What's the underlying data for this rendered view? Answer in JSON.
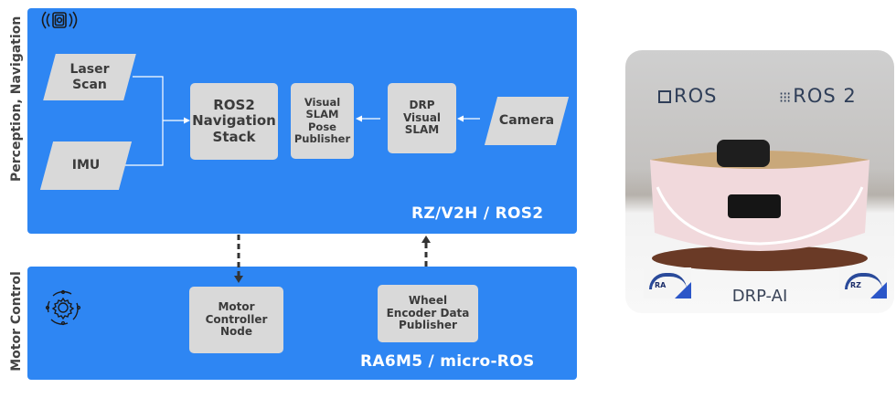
{
  "layers": {
    "top": {
      "side_label": "Perception, Navigation",
      "title": "RZ/V2H / ROS2",
      "icon": "sensor-waves-icon"
    },
    "bottom": {
      "side_label": "Motor Control",
      "title": "RA6M5 / micro-ROS",
      "icon": "gear-cycle-icon"
    }
  },
  "inputs": {
    "laser_scan": [
      "Laser",
      "Scan"
    ],
    "imu": [
      "IMU"
    ],
    "camera": [
      "Camera"
    ]
  },
  "nodes": {
    "ros2_nav": [
      "ROS2",
      "Navigation",
      "Stack"
    ],
    "vslam_pose": [
      "Visual",
      "SLAM",
      "Pose",
      "Publisher"
    ],
    "drp_vslam": [
      "DRP",
      "Visual",
      "SLAM"
    ],
    "motor_controller": [
      "Motor",
      "Controller",
      "Node"
    ],
    "wheel_encoder": [
      "Wheel",
      "Encoder Data",
      "Publisher"
    ]
  },
  "photo": {
    "logo_ros": "ROS",
    "logo_ros2": "ROS 2",
    "caption": "DRP-AI",
    "badge_left": "RA",
    "badge_right": "RZ"
  },
  "colors": {
    "panel": "#2e86f3",
    "box": "#d9d9d9",
    "text_dark": "#3b3b3b"
  }
}
